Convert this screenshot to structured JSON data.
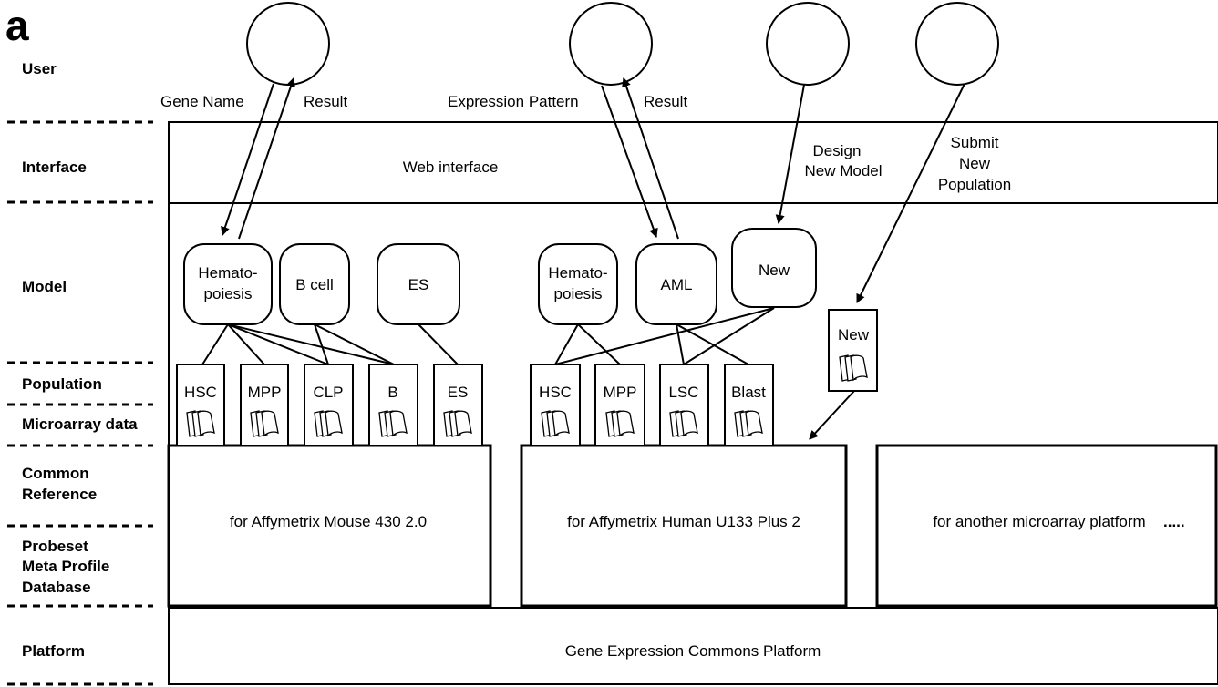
{
  "panel_label": "a",
  "layers": {
    "user": "User",
    "interface": "Interface",
    "model": "Model",
    "population": "Population",
    "microarray": "Microarray data",
    "common_ref_1": "Common",
    "common_ref_2": "Reference",
    "probeset_1": "Probeset",
    "probeset_2": "Meta Profile",
    "probeset_3": "Database",
    "platform": "Platform"
  },
  "interface": {
    "web": "Web interface"
  },
  "user_actions": {
    "gene_name": "Gene Name",
    "result_1": "Result",
    "expression_pattern": "Expression Pattern",
    "result_2": "Result",
    "design_1": "Design",
    "design_2": "New Model",
    "submit_1": "Submit",
    "submit_2": "New",
    "submit_3": "Population"
  },
  "models": {
    "hemato_1a": "Hemato-",
    "hemato_1b": "poiesis",
    "bcell": "B cell",
    "es": "ES",
    "hemato_2a": "Hemato-",
    "hemato_2b": "poiesis",
    "aml": "AML",
    "new": "New"
  },
  "populations": {
    "hsc": "HSC",
    "mpp": "MPP",
    "clp": "CLP",
    "b": "B",
    "es": "ES",
    "hsc2": "HSC",
    "mpp2": "MPP",
    "lsc": "LSC",
    "blast": "Blast",
    "new": "New"
  },
  "references": {
    "mouse": "for Affymetrix Mouse 430 2.0",
    "human": "for Affymetrix Human U133 Plus 2",
    "other": "for another microarray platform",
    "other_dots": "....."
  },
  "platform": {
    "label": "Gene Expression Commons Platform"
  }
}
